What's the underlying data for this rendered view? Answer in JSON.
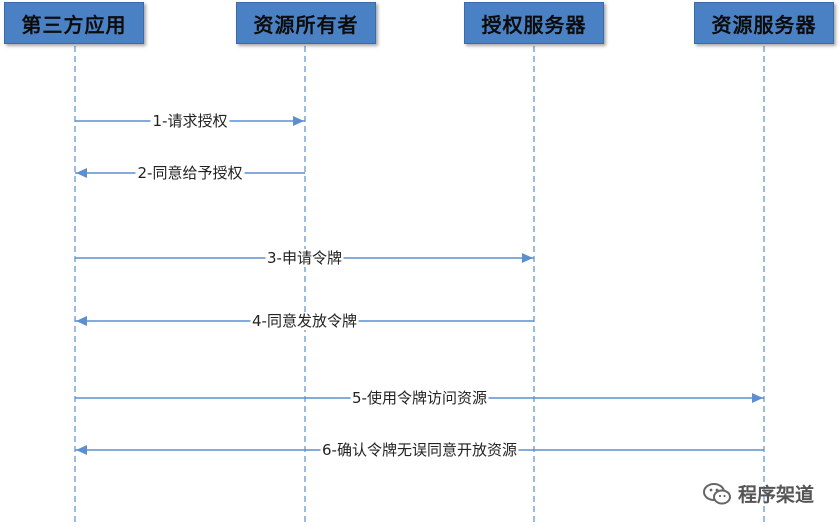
{
  "actors": [
    {
      "id": "client",
      "label": "第三方应用"
    },
    {
      "id": "owner",
      "label": "资源所有者"
    },
    {
      "id": "auth",
      "label": "授权服务器"
    },
    {
      "id": "resource",
      "label": "资源服务器"
    }
  ],
  "messages": [
    {
      "label": "1-请求授权",
      "from": "client",
      "to": "owner"
    },
    {
      "label": "2-同意给予授权",
      "from": "owner",
      "to": "client"
    },
    {
      "label": "3-申请令牌",
      "from": "client",
      "to": "auth"
    },
    {
      "label": "4-同意发放令牌",
      "from": "auth",
      "to": "client"
    },
    {
      "label": "5-使用令牌访问资源",
      "from": "client",
      "to": "resource"
    },
    {
      "label": "6-确认令牌无误同意开放资源",
      "from": "resource",
      "to": "client"
    }
  ],
  "watermark": {
    "text": "程序架道",
    "icon": "wechat-icon"
  },
  "colors": {
    "actor_fill": "#4a81c5",
    "line": "#7aa7dc",
    "arrow": "#5b8fd0"
  }
}
